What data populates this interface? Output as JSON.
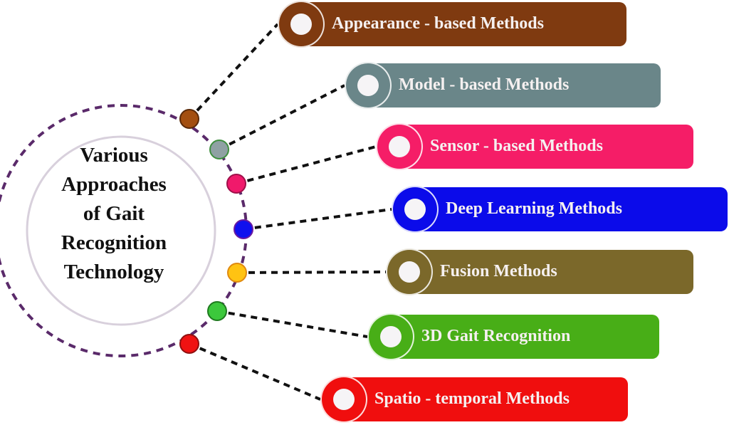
{
  "title_lines": [
    "Various",
    "Approaches",
    "of Gait",
    "Recognition",
    "Technology"
  ],
  "methods": [
    {
      "label": "Appearance - based Methods",
      "color": "#7f3a10",
      "dot": "#a34f10",
      "dot_border": "#5a2a08"
    },
    {
      "label": "Model - based Methods",
      "color": "#6a8689",
      "dot": "#8fa1a3",
      "dot_border": "#3f8f3f"
    },
    {
      "label": "Sensor - based Methods",
      "color": "#f51d67",
      "dot": "#f0196b",
      "dot_border": "#a0104a"
    },
    {
      "label": "Deep Learning Methods",
      "color": "#0b0bea",
      "dot": "#1010ee",
      "dot_border": "#6a1aa0"
    },
    {
      "label": "Fusion Methods",
      "color": "#7b682a",
      "dot": "#ffc312",
      "dot_border": "#e08a10"
    },
    {
      "label": "3D Gait Recognition",
      "color": "#48ae17",
      "dot": "#3cc83c",
      "dot_border": "#1f7a1f"
    },
    {
      "label": "Spatio - temporal Methods",
      "color": "#f00e0e",
      "dot": "#f01212",
      "dot_border": "#901010"
    }
  ],
  "colors": {
    "circle_dash": "#5a2a6a",
    "inner_ring": "#d8d0dc",
    "connector": "#111111"
  }
}
